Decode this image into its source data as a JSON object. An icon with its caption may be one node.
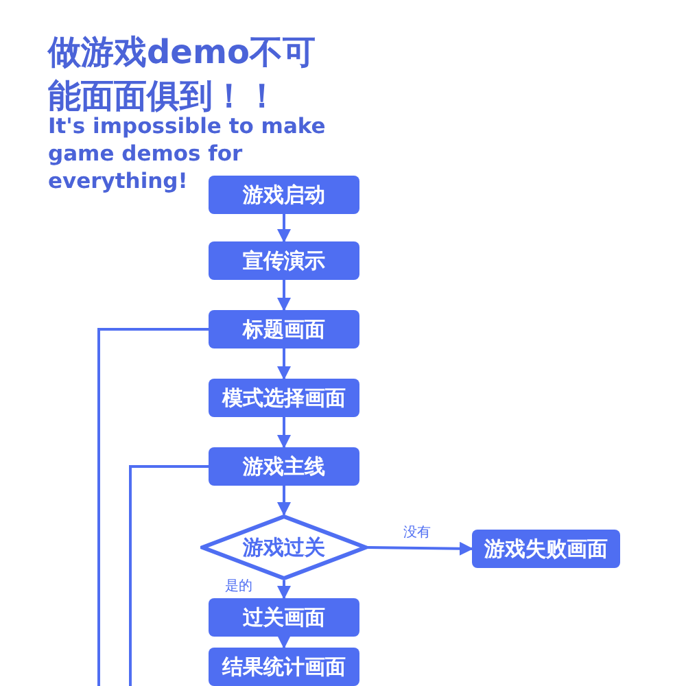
{
  "diagram": {
    "title": "做游戏demo不可能面面俱到！！",
    "labels": [
      "It's impossible to make game demos for everything!"
    ],
    "nodes": [
      {
        "text": [
          "游戏启动"
        ]
      },
      {
        "text": [
          "宣传演示"
        ]
      },
      {
        "text": [
          "标题画面"
        ]
      },
      {
        "text": [
          "模式选择画面"
        ]
      },
      {
        "text": [
          "游戏主线"
        ]
      },
      {
        "text": [
          "游戏过关"
        ]
      },
      {
        "text": [
          "游戏失败画面"
        ]
      },
      {
        "text": [
          "过关画面"
        ]
      },
      {
        "text": [
          "结果统计画面"
        ]
      }
    ],
    "edges": [
      {
        "from": 0,
        "to": 1,
        "arrow": "to"
      },
      {
        "from": 1,
        "to": 2,
        "arrow": "to"
      },
      {
        "from": 2,
        "to": 3,
        "arrow": "to"
      },
      {
        "from": 3,
        "to": 4,
        "arrow": "to"
      },
      {
        "from": 4,
        "to": 5,
        "arrow": "to"
      },
      {
        "from": 5,
        "to": 6,
        "label": "没有",
        "arrow": "to"
      },
      {
        "from": 5,
        "to": 7,
        "label": "是的",
        "arrow": "to"
      },
      {
        "from": 7,
        "to": 8,
        "arrow": "to"
      },
      {
        "from": 2,
        "to": null,
        "arrow": "none"
      },
      {
        "from": 4,
        "to": null,
        "arrow": "none"
      }
    ]
  }
}
